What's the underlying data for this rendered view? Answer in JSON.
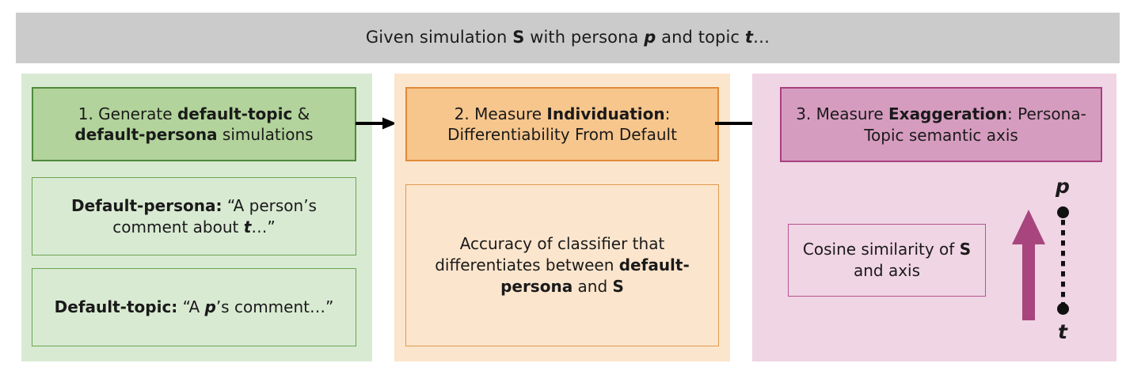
{
  "header": {
    "segments": [
      {
        "text": "Given simulation ",
        "style": "normal"
      },
      {
        "text": "S",
        "style": "bold"
      },
      {
        "text": " with persona ",
        "style": "normal"
      },
      {
        "text": "p",
        "style": "bold-italic"
      },
      {
        "text": " and topic ",
        "style": "normal"
      },
      {
        "text": "t",
        "style": "bold-italic"
      },
      {
        "text": "…",
        "style": "normal"
      }
    ],
    "plain": "Given simulation S with persona p and topic t…",
    "background_color": "#cbcbcb"
  },
  "steps": [
    {
      "id": "step-1",
      "number": "1.",
      "title_plain": "1. Generate default-topic & default-persona simulations",
      "title_parts": {
        "prefix": "1. Generate ",
        "bold1": "default-topic",
        "mid": " & ",
        "bold2": "default-persona",
        "suffix": " simulations"
      },
      "panel_color": "#d9ead3",
      "header_color": "#b2d39b",
      "border_color": "#4f8a3d",
      "details": [
        {
          "id": "default-persona-example",
          "label": "Default-persona:",
          "quote_open": " “A person’s comment about ",
          "var": "t",
          "quote_close": "…”",
          "plain": "Default-persona: “A person’s comment about t…”"
        },
        {
          "id": "default-topic-example",
          "label": "Default-topic:",
          "quote_open": " “A ",
          "var": "p",
          "quote_close": "’s comment…”",
          "plain": "Default-topic: “A p’s comment…”"
        }
      ]
    },
    {
      "id": "step-2",
      "number": "2.",
      "title_plain": "2. Measure Individuation: Differentiability From Default",
      "title_parts": {
        "prefix": "2. Measure ",
        "bold1": "Individuation",
        "suffix": ": Differentiability From Default"
      },
      "panel_color": "#fce5cd",
      "header_color": "#f7c68d",
      "border_color": "#df8a37",
      "detail": {
        "id": "individuation-definition",
        "prefix": "Accuracy of classifier that differentiates between ",
        "bold1": "default-persona",
        "mid": " and ",
        "bold2": "S",
        "plain": "Accuracy of classifier that differentiates between default-persona and S"
      }
    },
    {
      "id": "step-3",
      "number": "3.",
      "title_plain": "3. Measure Exaggeration: Persona-Topic semantic axis",
      "title_parts": {
        "prefix": "3. Measure ",
        "bold1": "Exaggeration",
        "suffix": ": Persona-Topic semantic axis"
      },
      "panel_color": "#f0d5e4",
      "header_color": "#d69cbf",
      "border_color": "#a8407f",
      "detail": {
        "id": "exaggeration-definition",
        "prefix": "Cosine similarity of ",
        "bold1": "S",
        "suffix": " and axis",
        "plain": "Cosine similarity of S and axis"
      },
      "axis_figure": {
        "top_label": "p",
        "bottom_label": "t",
        "arrow_color": "#a8457e",
        "dot_color": "#111111",
        "line_style": "dotted"
      }
    }
  ],
  "connectors": [
    {
      "id": "arrow-step1-to-step2",
      "direction": "right",
      "color": "#000000"
    },
    {
      "id": "arrow-step2-to-step3",
      "direction": "right",
      "color": "#000000"
    }
  ]
}
